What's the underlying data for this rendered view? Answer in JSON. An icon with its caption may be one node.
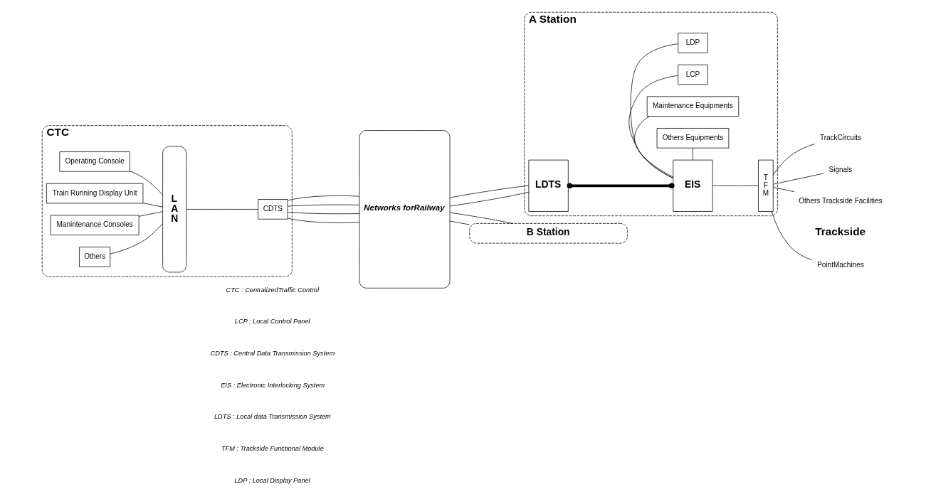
{
  "diagram": {
    "nodes": [
      {
        "text": [
          "CTC"
        ]
      },
      {
        "text": [
          "Operating Console"
        ],
        "in": 0
      },
      {
        "text": [
          "Train Running Display Unit"
        ],
        "in": 0
      },
      {
        "text": [
          "Manintenance Consoles"
        ],
        "in": 0
      },
      {
        "text": [
          "Others"
        ],
        "in": 0
      },
      {
        "text": [
          "L A N"
        ],
        "in": 0
      },
      {
        "text": [
          "CDTS"
        ],
        "in": 0
      },
      {
        "text": [
          "Networks forRailway"
        ]
      },
      {
        "text": [
          "A Station"
        ]
      },
      {
        "text": [
          "LDP"
        ],
        "in": 8
      },
      {
        "text": [
          "LCP"
        ],
        "in": 8
      },
      {
        "text": [
          "LDTS"
        ],
        "in": 8
      },
      {
        "text": [
          "EIS"
        ],
        "in": 8
      },
      {
        "text": [
          "T F M"
        ],
        "in": 8
      },
      {
        "text": [
          "Maintenance Equipments"
        ],
        "in": 8
      },
      {
        "text": [
          "Others Equipments"
        ],
        "in": 8
      },
      {
        "text": [
          "B Station"
        ]
      },
      {
        "text": [
          "PointMachines"
        ]
      },
      {
        "text": [
          "TrackCircuits"
        ]
      },
      {
        "text": [
          "Signals"
        ]
      },
      {
        "text": [
          "Others Trackside Facilities"
        ]
      }
    ],
    "edges": [
      {
        "from": 1,
        "to": 5,
        "arrow": "none"
      },
      {
        "from": 2,
        "to": 5,
        "arrow": "none"
      },
      {
        "from": 3,
        "to": 5,
        "arrow": "none"
      },
      {
        "from": 4,
        "to": 5,
        "arrow": "none"
      },
      {
        "from": 5,
        "to": 6,
        "arrow": "none"
      },
      {
        "from": 6,
        "to": 7,
        "arrow": "none"
      },
      {
        "from": 6,
        "to": 7,
        "arrow": "none"
      },
      {
        "from": 6,
        "to": 7,
        "arrow": "none"
      },
      {
        "from": 6,
        "to": 7,
        "arrow": "none"
      },
      {
        "from": 7,
        "to": 11,
        "arrow": "none"
      },
      {
        "from": 7,
        "to": 11,
        "arrow": "none"
      },
      {
        "from": 7,
        "to": 16,
        "arrow": "none"
      },
      {
        "from": 7,
        "to": 16,
        "arrow": "none"
      },
      {
        "from": 11,
        "to": 12,
        "arrow": "other",
        "style": "thick"
      },
      {
        "from": 12,
        "to": 9,
        "arrow": "none"
      },
      {
        "from": 12,
        "to": 10,
        "arrow": "none"
      },
      {
        "from": 12,
        "to": 13,
        "arrow": "none"
      },
      {
        "from": 12,
        "to": 14,
        "arrow": "none"
      },
      {
        "from": 12,
        "to": 15,
        "arrow": "none"
      },
      {
        "from": 13,
        "to": 17,
        "arrow": "none"
      },
      {
        "from": 13,
        "to": 18,
        "arrow": "none"
      },
      {
        "from": 13,
        "to": 19,
        "arrow": "none"
      },
      {
        "from": 13,
        "to": 20,
        "arrow": "none"
      }
    ],
    "labels": [
      "Trackside",
      "CTC : CentralizedTraffic Control",
      "LCP : Local Control Panel",
      "CDTS : Central Data Transmission System",
      "EIS : Electronic Interlocking System",
      "LDTS : Local data Transmission System",
      "TFM : Trackside Functional Module",
      "LDP : Local Display Panel"
    ]
  }
}
